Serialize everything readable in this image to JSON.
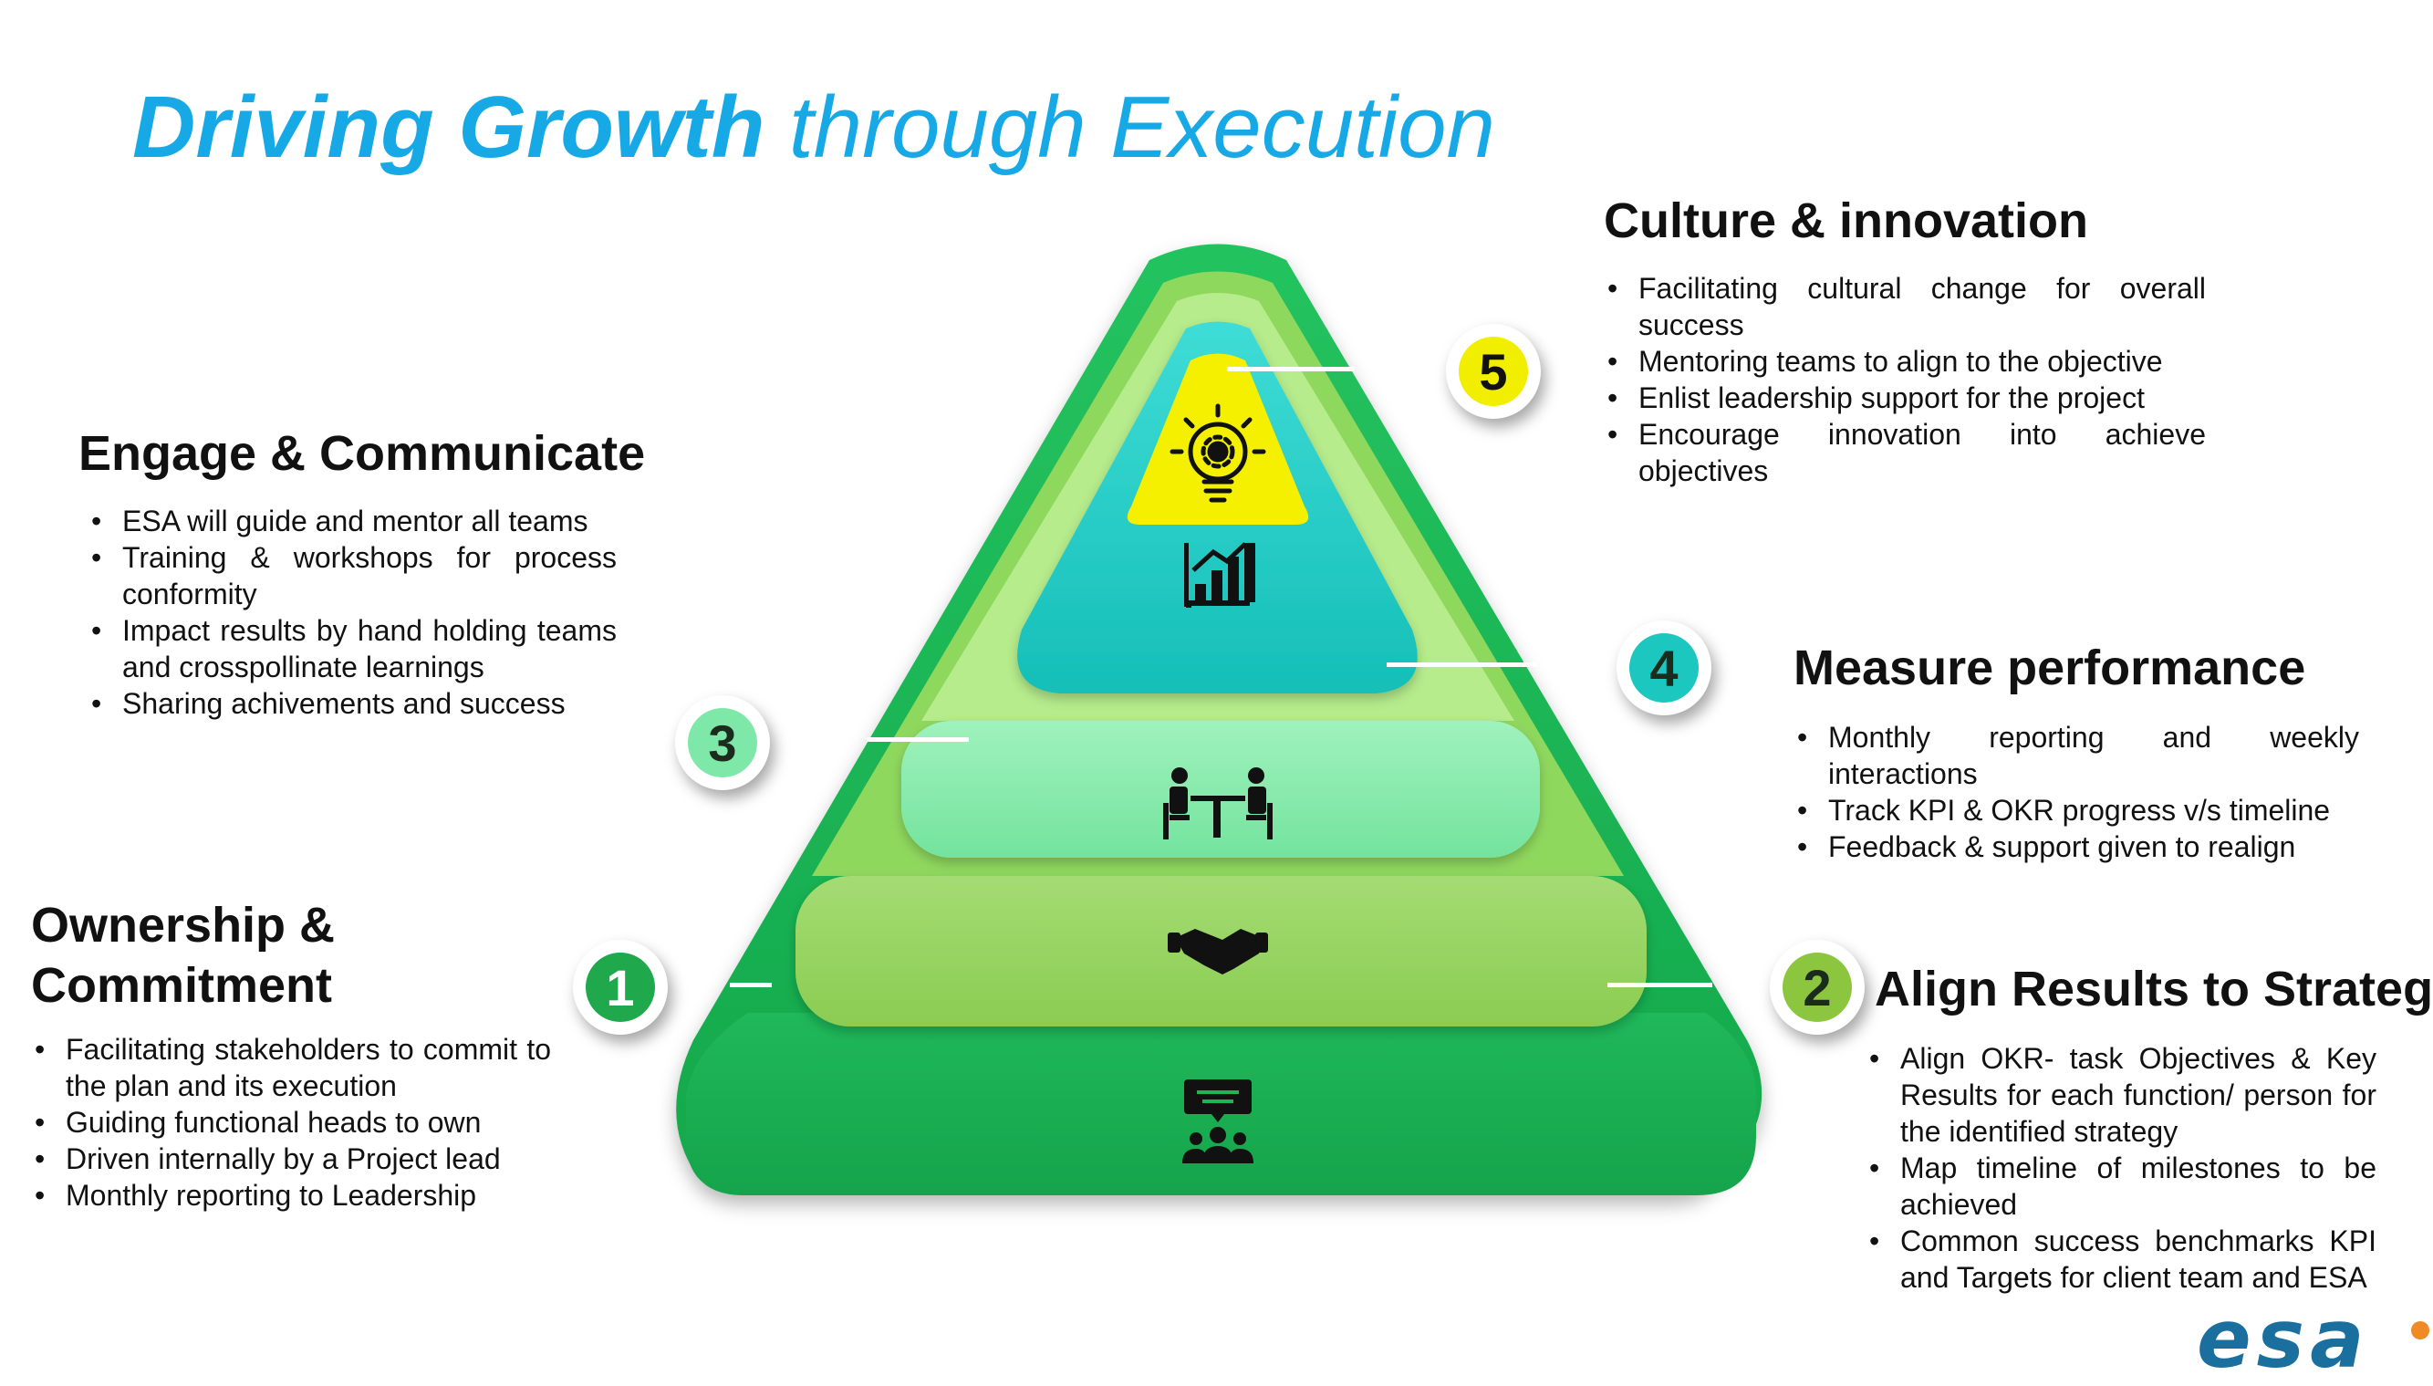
{
  "title": {
    "bold": "Driving Growth",
    "rest": "through Execution"
  },
  "sections": {
    "engage": {
      "heading": "Engage & Communicate",
      "items": [
        "ESA will guide and mentor all teams",
        "Training & workshops for process conformity",
        "Impact results by hand holding teams and crosspollinate learnings",
        "Sharing achivements and success"
      ]
    },
    "ownership": {
      "heading": "Ownership & Commitment",
      "items": [
        "Facilitating stakeholders to commit to the plan and its execution",
        "Guiding functional heads to own",
        "Driven internally by a Project lead",
        "Monthly reporting to Leadership"
      ]
    },
    "culture": {
      "heading": "Culture & innovation",
      "items": [
        "Facilitating cultural change for overall success",
        "Mentoring teams to align to the objective",
        "Enlist leadership support for the project",
        "Encourage innovation into achieve objectives"
      ]
    },
    "measure": {
      "heading": "Measure performance",
      "items": [
        "Monthly reporting and weekly interactions",
        "Track KPI & OKR progress v/s timeline",
        "Feedback & support given to realign"
      ]
    },
    "align": {
      "heading": "Align Results to Strategy",
      "items": [
        "Align OKR- task Objectives & Key Results for each function/ person for the identified strategy",
        "Map timeline of milestones to be achieved",
        "Common success benchmarks KPI and Targets for client team and ESA"
      ]
    }
  },
  "badges": [
    {
      "id": "1",
      "label": "1",
      "color": "#1fa84c",
      "text_color": "#ffffff"
    },
    {
      "id": "2",
      "label": "2",
      "color": "#8cc63f",
      "text_color": "#1c2c1c"
    },
    {
      "id": "3",
      "label": "3",
      "color": "#7ee8a8",
      "text_color": "#1c2c1c"
    },
    {
      "id": "4",
      "label": "4",
      "color": "#1cc7c0",
      "text_color": "#1c2c1c"
    },
    {
      "id": "5",
      "label": "5",
      "color": "#f2ee00",
      "text_color": "#111111"
    }
  ],
  "pyramid_icons": [
    "idea-gear-icon",
    "growth-chart-icon",
    "meeting-table-icon",
    "handshake-icon",
    "team-presentation-icon"
  ],
  "colors": {
    "title": "#17a9e6",
    "level_1": "#1fb557",
    "level_2": "#8fd158",
    "level_3": "#7eeaa6",
    "level_4": "#1ccac3",
    "level_5": "#f4f000"
  },
  "logo": {
    "text": "esa"
  }
}
